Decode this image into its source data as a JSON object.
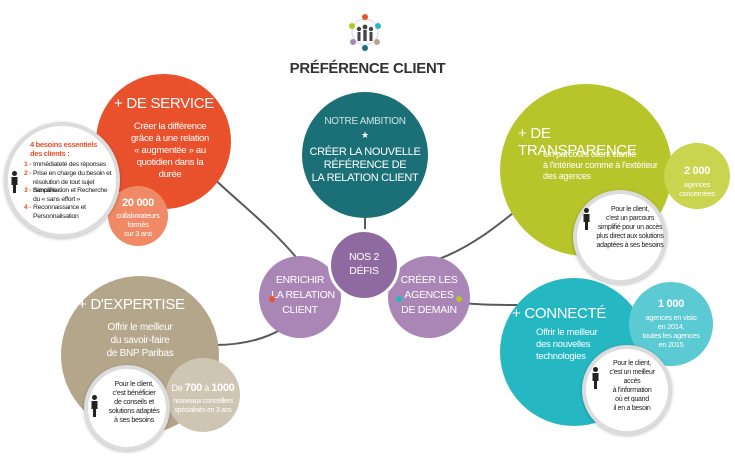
{
  "header": {
    "title": "PRÉFÉRENCE CLIENT"
  },
  "colors": {
    "teal": "#1b7078",
    "purple": "#a986b6",
    "purple_dark": "#8e6aa0",
    "orange": "#e8512c",
    "orange_light": "#f08a66",
    "lime": "#b7c42a",
    "cyan": "#25b8c3",
    "beige": "#b4a68a",
    "beige_light": "#cfc5b3",
    "gray_line": "#5a5a5a"
  },
  "ambition": {
    "label": "NOTRE AMBITION",
    "star": "★",
    "line1": "CRÉER LA NOUVELLE",
    "line2": "RÉFÉRENCE DE",
    "line3": "LA RELATION CLIENT"
  },
  "defis": {
    "line1": "NOS 2",
    "line2": "DÉFIS"
  },
  "enrichir": {
    "line1": "ENRICHIR",
    "line2": "LA RELATION",
    "line3": "CLIENT"
  },
  "creer": {
    "line1": "CRÉER LES",
    "line2": "AGENCES",
    "line3": "DE DEMAIN"
  },
  "service": {
    "title": "+ DE SERVICE",
    "text1": "Créer la différence",
    "text2": "grâce à une relation",
    "text3": "« augmentée » au",
    "text4": "quotidien dans la",
    "text5": "durée",
    "stat_value": "20 000",
    "stat_l1": "collaborateurs",
    "stat_l2": "formés",
    "stat_l3": "sur 3 ans",
    "needs_title1": "4 besoins essentiels",
    "needs_title2": "des clients :",
    "needs": [
      {
        "num": "1 -",
        "l1": "Immédiateté des réponses",
        "l2": ""
      },
      {
        "num": "2 -",
        "l1": "Prise en charge du besoin et",
        "l2": "résolution de tout sujet bancaire"
      },
      {
        "num": "3 -",
        "l1": "Simplification et Recherche",
        "l2": "du « sans effort »"
      },
      {
        "num": "4 -",
        "l1": "Reconnaissance et",
        "l2": "Personnalisation"
      }
    ]
  },
  "expertise": {
    "title": "+ D'EXPERTISE",
    "text1": "Offrir le meilleur",
    "text2": "du savoir-faire",
    "text3": "de BNP Paribas",
    "stat_prefix": "De",
    "stat_a": "700",
    "stat_mid": "à",
    "stat_b": "1000",
    "stat_l1": "nouveaux conseillers",
    "stat_l2": "spécialisés en 3 ans",
    "client1": "Pour le client,",
    "client2": "c'est bénéficier",
    "client3": "de conseils et",
    "client4": "solutions adaptés",
    "client5": "à ses besoins"
  },
  "transparence": {
    "title": "+ DE TRANSPARENCE",
    "text1": "Un parcours client clarifié",
    "text2": "à l'intérieur comme à l'extérieur",
    "text3": "des agences",
    "stat_value": "2 000",
    "stat_l1": "agences",
    "stat_l2": "concernées",
    "client1": "Pour le client,",
    "client2": "c'est un parcours",
    "client3": "simplifié pour un accès",
    "client4": "plus direct aux solutions",
    "client5": "adaptées à ses besoins"
  },
  "connecte": {
    "title": "+ CONNECTÉ",
    "text1": "Offrir le meilleur",
    "text2": "des nouvelles",
    "text3": "technologies",
    "stat_value": "1 000",
    "stat_l1": "agences en visio",
    "stat_l2": "en 2014,",
    "stat_l3": "toutes les agences",
    "stat_l4": "en 2015",
    "client1": "Pour le client,",
    "client2": "c'est un meilleur",
    "client3": "accès",
    "client4": "à l'information",
    "client5": "où et quand",
    "client6": "il en a besoin"
  }
}
